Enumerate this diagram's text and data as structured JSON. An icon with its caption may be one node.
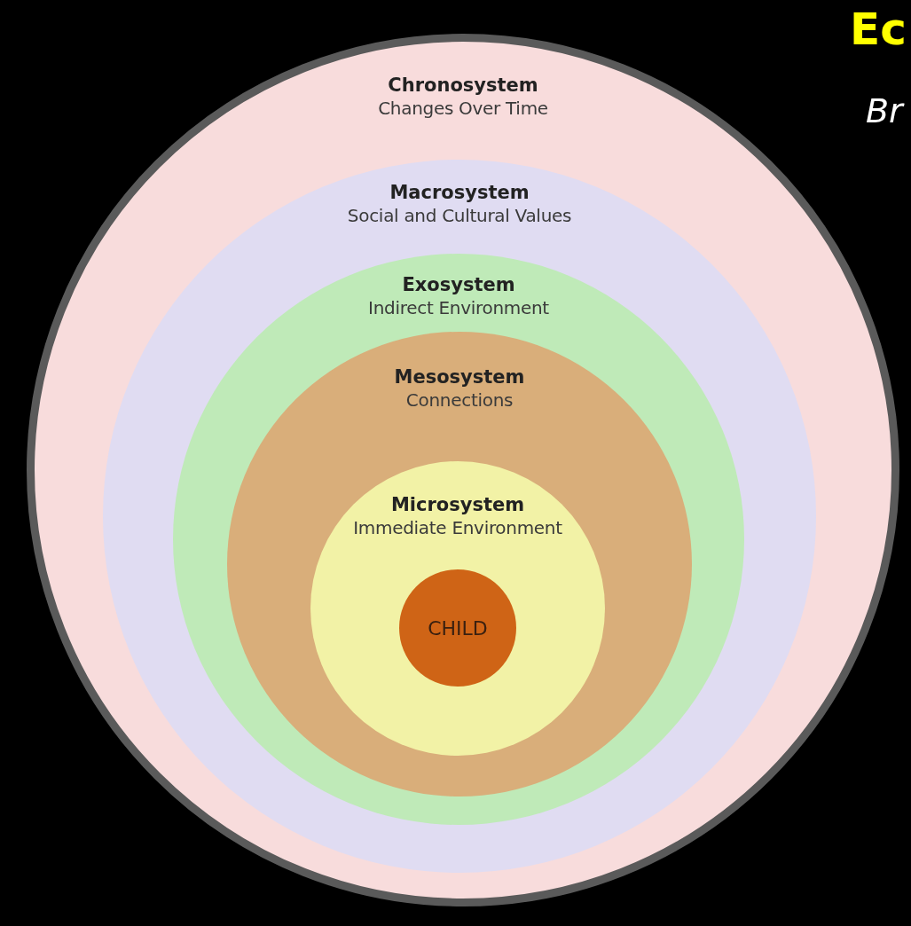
{
  "diagram": {
    "nodes": [
      {
        "text": [
          "Chronosystem",
          "Changes Over Time"
        ]
      },
      {
        "text": [
          "Macrosystem",
          "Social and Cultural Values"
        ],
        "in": 0
      },
      {
        "text": [
          "Exosystem",
          "Indirect Environment"
        ],
        "in": 1
      },
      {
        "text": [
          "Mesosystem",
          "Connections"
        ],
        "in": 2
      },
      {
        "text": [
          "Microsystem",
          "Immediate Environment"
        ],
        "in": 3
      },
      {
        "text": [
          "CHILD"
        ],
        "in": 4
      }
    ],
    "labels": [
      "Ec",
      "Br"
    ]
  }
}
